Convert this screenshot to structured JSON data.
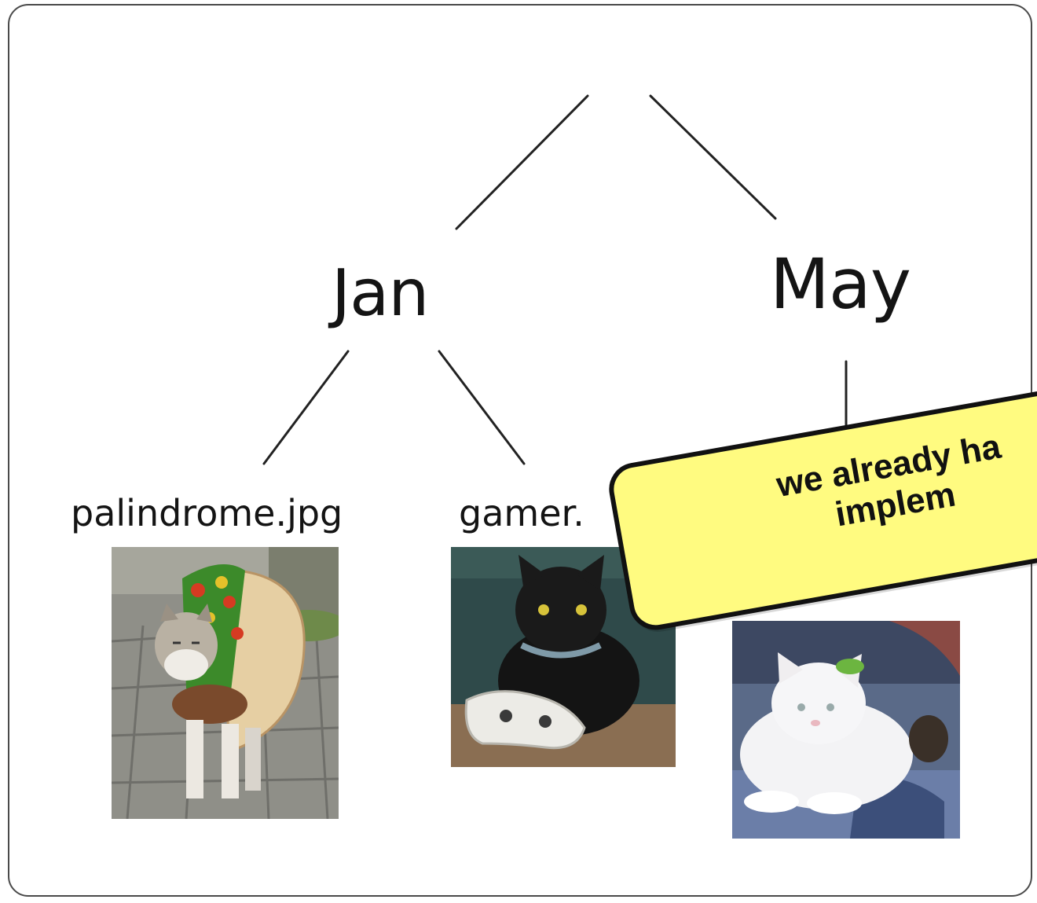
{
  "tree": {
    "node_jan": "Jan",
    "node_may": "May",
    "file_1": "palindrome.jpg",
    "file_2": "gamer."
  },
  "sticky_note": {
    "line_1": "we already ha",
    "line_2": "implem",
    "color": "#fffb80"
  },
  "photos": {
    "taco_cat": "taco cat photo",
    "gamer_cat": "black cat with controller photo",
    "white_cat": "white cat photo"
  }
}
